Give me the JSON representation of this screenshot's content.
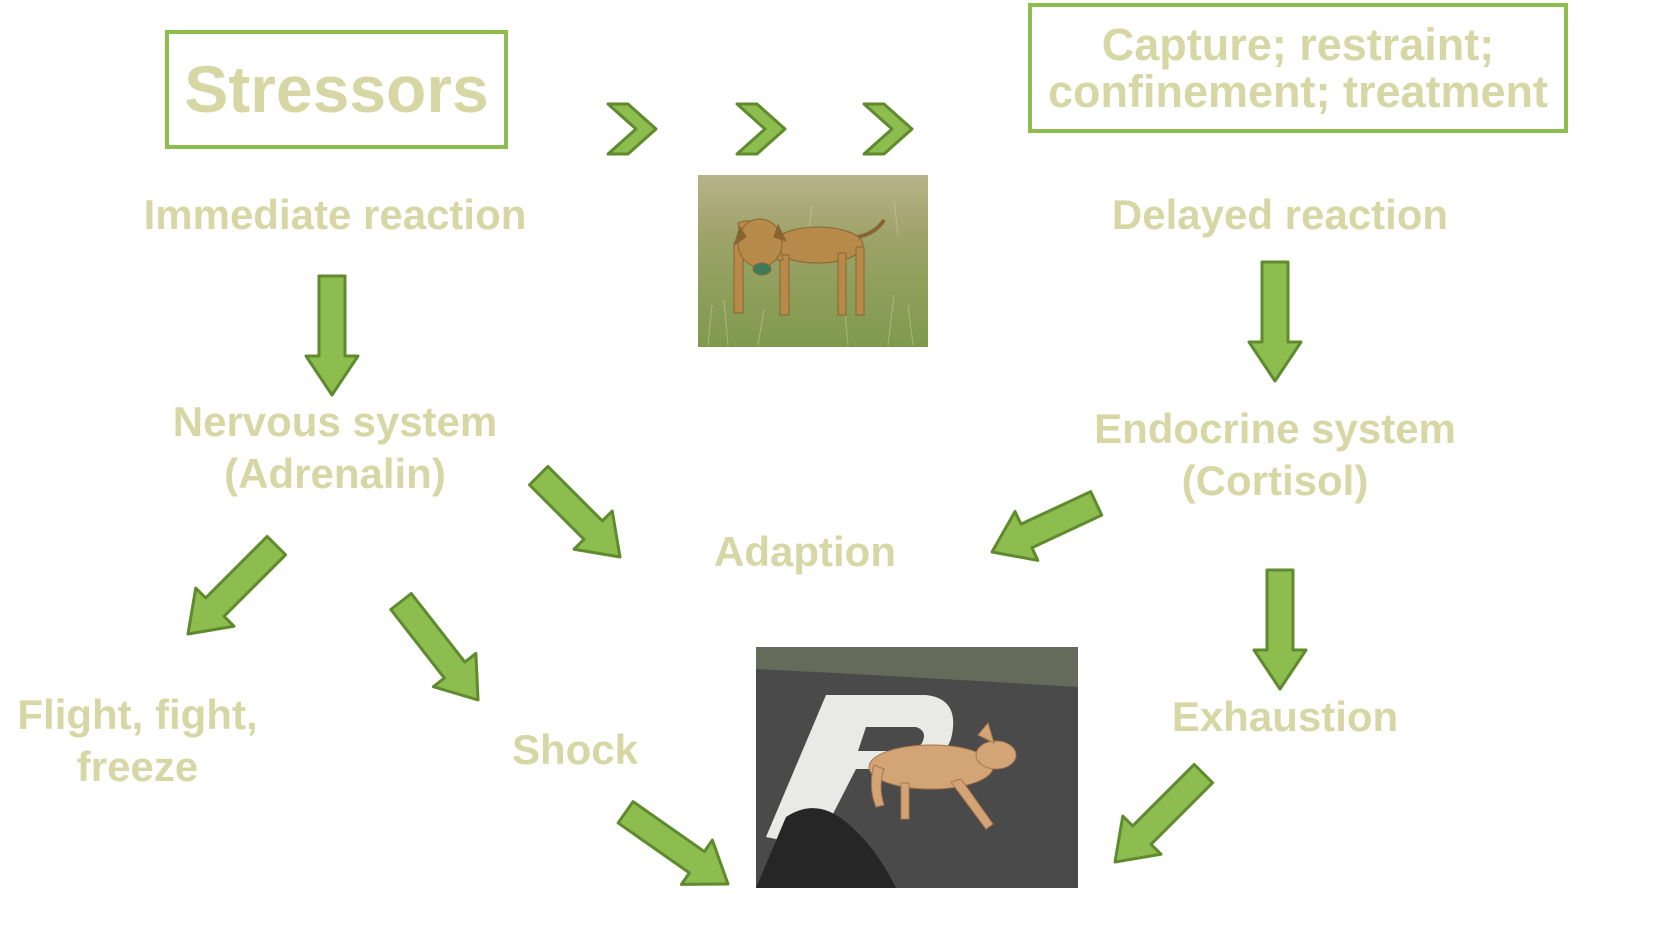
{
  "diagram": {
    "stressors_title": "Stressors",
    "capture_line1": "Capture; restraint;",
    "capture_line2": "confinement; treatment",
    "immediate_reaction": "Immediate reaction",
    "delayed_reaction": "Delayed reaction",
    "nervous_line1": "Nervous system",
    "nervous_line2": "(Adrenalin)",
    "endocrine_line1": "Endocrine system",
    "endocrine_line2": "(Cortisol)",
    "adaption": "Adaption",
    "flight_line1": "Flight, fight,",
    "flight_line2": "freeze",
    "shock": "Shock",
    "exhaustion": "Exhaustion"
  },
  "colors": {
    "arrow_fill": "#8cbd4e",
    "arrow_stroke": "#5f8a2e",
    "text": "#d7d7a6",
    "box_border": "#8cbd4e"
  },
  "images": {
    "top_photo": "standing-dog-photo",
    "bottom_photo": "lying-dog-photo"
  }
}
